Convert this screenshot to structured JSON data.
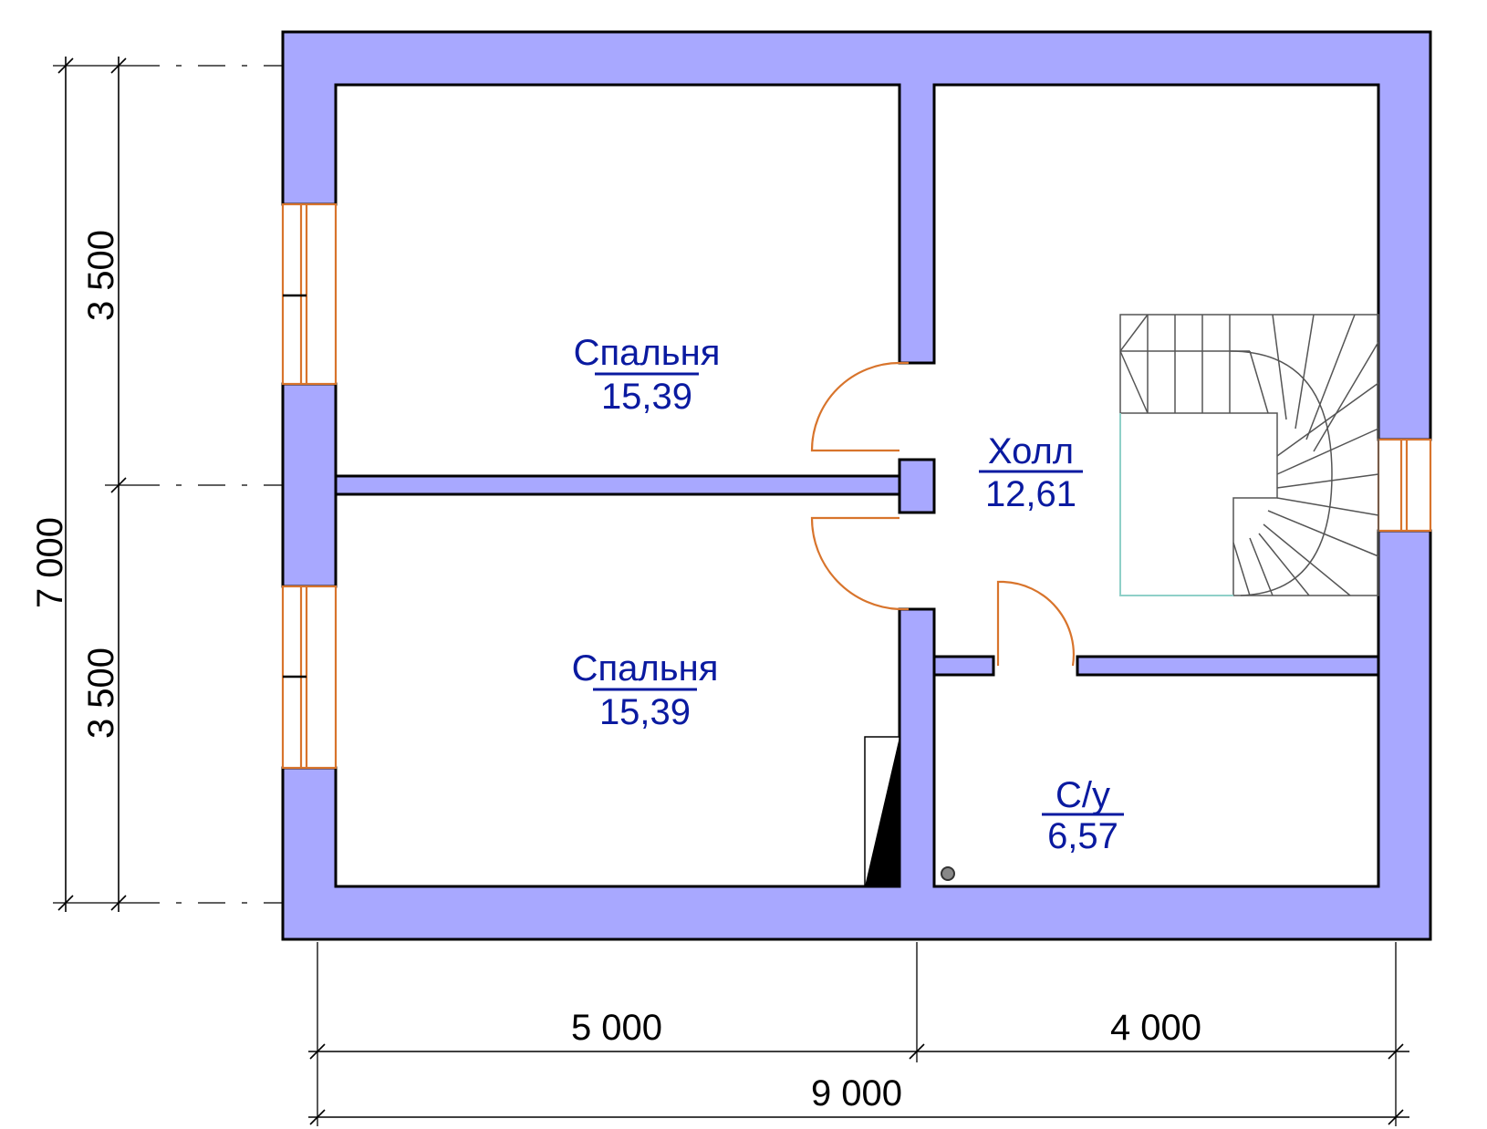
{
  "rooms": {
    "bedroom_top": {
      "name": "Спальня",
      "area": "15,39"
    },
    "bedroom_bottom": {
      "name": "Спальня",
      "area": "15,39"
    },
    "hall": {
      "name": "Холл",
      "area": "12,61"
    },
    "bathroom": {
      "name": "С/у",
      "area": "6,57"
    }
  },
  "dimensions": {
    "left_upper": "3 500",
    "left_lower": "3 500",
    "left_total": "7 000",
    "bottom_left": "5 000",
    "bottom_right": "4 000",
    "bottom_total": "9 000"
  },
  "colors": {
    "wall_fill": "#a8a8ff",
    "label_text": "#0a1aa0",
    "door_window": "#d8742c",
    "stair_edge": "#8fd0c8"
  }
}
